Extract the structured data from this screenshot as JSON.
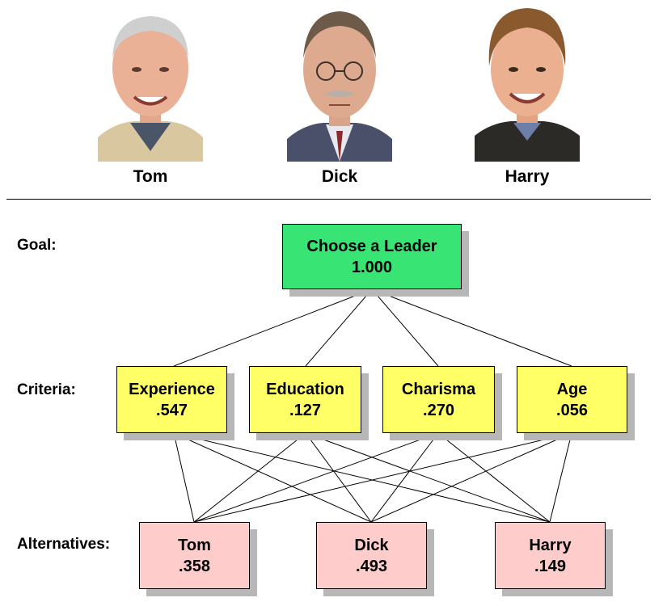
{
  "people": [
    {
      "name": "Tom"
    },
    {
      "name": "Dick"
    },
    {
      "name": "Harry"
    }
  ],
  "row_labels": {
    "goal": "Goal:",
    "criteria": "Criteria:",
    "alternatives": "Alternatives:"
  },
  "goal": {
    "label": "Choose a Leader",
    "value": "1.000"
  },
  "criteria": [
    {
      "label": "Experience",
      "value": ".547"
    },
    {
      "label": "Education",
      "value": ".127"
    },
    {
      "label": "Charisma",
      "value": ".270"
    },
    {
      "label": "Age",
      "value": ".056"
    }
  ],
  "alternatives": [
    {
      "label": "Tom",
      "value": ".358"
    },
    {
      "label": "Dick",
      "value": ".493"
    },
    {
      "label": "Harry",
      "value": ".149"
    }
  ],
  "colors": {
    "goal": "#38e473",
    "criteria": "#ffff66",
    "alternatives": "#ffcccc",
    "shadow": "#b7b7b7"
  }
}
